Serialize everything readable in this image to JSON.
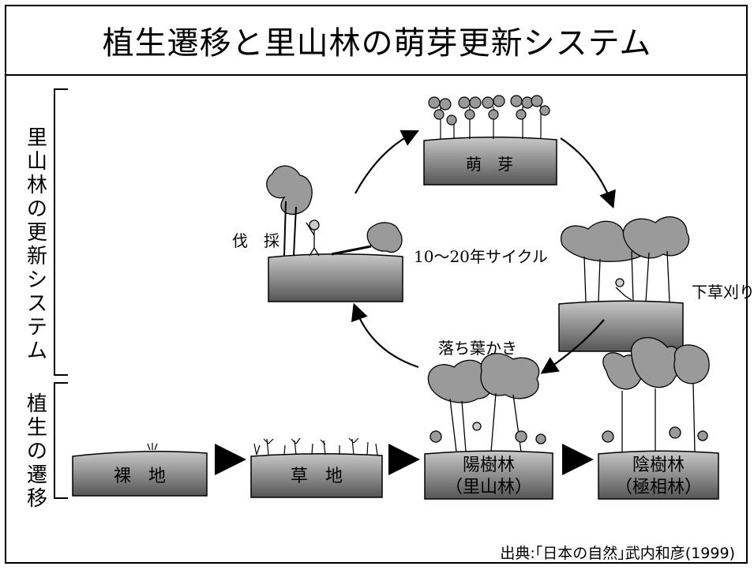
{
  "title": "植生遷移と里山林の萌芽更新システム",
  "side_labels": {
    "renewal_system": "里山林の更新システム",
    "succession": "植生の遷移"
  },
  "cycle_labels": {
    "sprouting": "萌　芽",
    "felling": "伐　採",
    "cycle_period": "10～20年サイクル",
    "undergrowth_cutting": "下草刈り",
    "leaf_raking": "落ち葉かき"
  },
  "stages": {
    "bare_ground": "裸　地",
    "grassland": "草　地",
    "sun_tree_forest": "陽樹林",
    "sun_tree_forest_sub": "（里山林）",
    "shade_tree_forest": "陰樹林",
    "shade_tree_forest_sub": "（極相林）"
  },
  "citation": "出典:｢日本の自然｣武内和彦(1999)"
}
